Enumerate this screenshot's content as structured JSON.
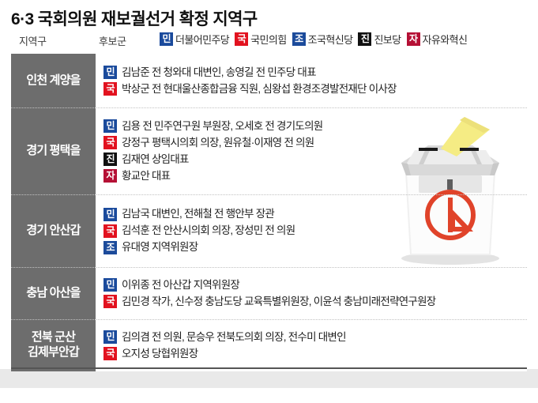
{
  "title": "6·3 국회의원 재보궐선거 확정 지역구",
  "header": {
    "col_region": "지역구",
    "col_candidates": "후보군"
  },
  "legend": [
    {
      "badge": "민",
      "label": "더불어민주당",
      "color": "#1a4a9c"
    },
    {
      "badge": "국",
      "label": "국민의힘",
      "color": "#e2121f"
    },
    {
      "badge": "조",
      "label": "조국혁신당",
      "color": "#1c4b9b"
    },
    {
      "badge": "진",
      "label": "진보당",
      "color": "#111111"
    },
    {
      "badge": "자",
      "label": "자유와혁신",
      "color": "#b51035"
    }
  ],
  "colors": {
    "region_bg": "#6d6d6d",
    "rule": "#3a3a3a",
    "divider": "#c2c2c2",
    "ballot_paper": "#f5ec84",
    "ballot_stamp": "#e0432a",
    "ballot_body": "#fbfbfb",
    "ballot_lid": "#d8d8d8"
  },
  "rows": [
    {
      "region": "인천 계양을",
      "region_lines": [
        "인천 계양을"
      ],
      "candidates": [
        {
          "badge": "민",
          "color": "#1a4a9c",
          "text": "김남준 전 청와대 대변인, 송영길 전 민주당 대표"
        },
        {
          "badge": "국",
          "color": "#e2121f",
          "text": "박상군 전 현대울산종합금융 직원, 심왕섭 환경조경발전재단 이사장"
        }
      ]
    },
    {
      "region": "경기 평택을",
      "region_lines": [
        "경기 평택을"
      ],
      "candidates": [
        {
          "badge": "민",
          "color": "#1a4a9c",
          "text": "김용 전 민주연구원 부원장, 오세호 전 경기도의원"
        },
        {
          "badge": "국",
          "color": "#e2121f",
          "text": "강정구 평택시의회 의장, 원유철·이재영 전 의원"
        },
        {
          "badge": "진",
          "color": "#111111",
          "text": "김재연 상임대표"
        },
        {
          "badge": "자",
          "color": "#b51035",
          "text": "황교안 대표"
        }
      ]
    },
    {
      "region": "경기 안산갑",
      "region_lines": [
        "경기 안산갑"
      ],
      "candidates": [
        {
          "badge": "민",
          "color": "#1a4a9c",
          "text": "김남국 대변인, 전해철 전 행안부 장관"
        },
        {
          "badge": "국",
          "color": "#e2121f",
          "text": "김석훈 전 안산시의회 의장, 장성민 전 의원"
        },
        {
          "badge": "조",
          "color": "#1c4b9b",
          "text": "유대영 지역위원장"
        }
      ]
    },
    {
      "region": "충남 아산을",
      "region_lines": [
        "충남 아산을"
      ],
      "candidates": [
        {
          "badge": "민",
          "color": "#1a4a9c",
          "text": "이위종 전 아산갑 지역위원장"
        },
        {
          "badge": "국",
          "color": "#e2121f",
          "text": "김민경 작가, 신수정 충남도당 교육특별위원장, 이윤석 충남미래전략연구원장"
        }
      ]
    },
    {
      "region": "전북 군산 김제부안갑",
      "region_lines": [
        "전북 군산",
        "김제부안갑"
      ],
      "candidates": [
        {
          "badge": "민",
          "color": "#1a4a9c",
          "text": "김의겸 전 의원, 문승우 전북도의회 의장, 전수미 대변인"
        },
        {
          "badge": "국",
          "color": "#e2121f",
          "text": "오지성 당협위원장"
        }
      ]
    }
  ],
  "illustration": {
    "name": "ballot-box",
    "stamp_symbol": "卜"
  }
}
